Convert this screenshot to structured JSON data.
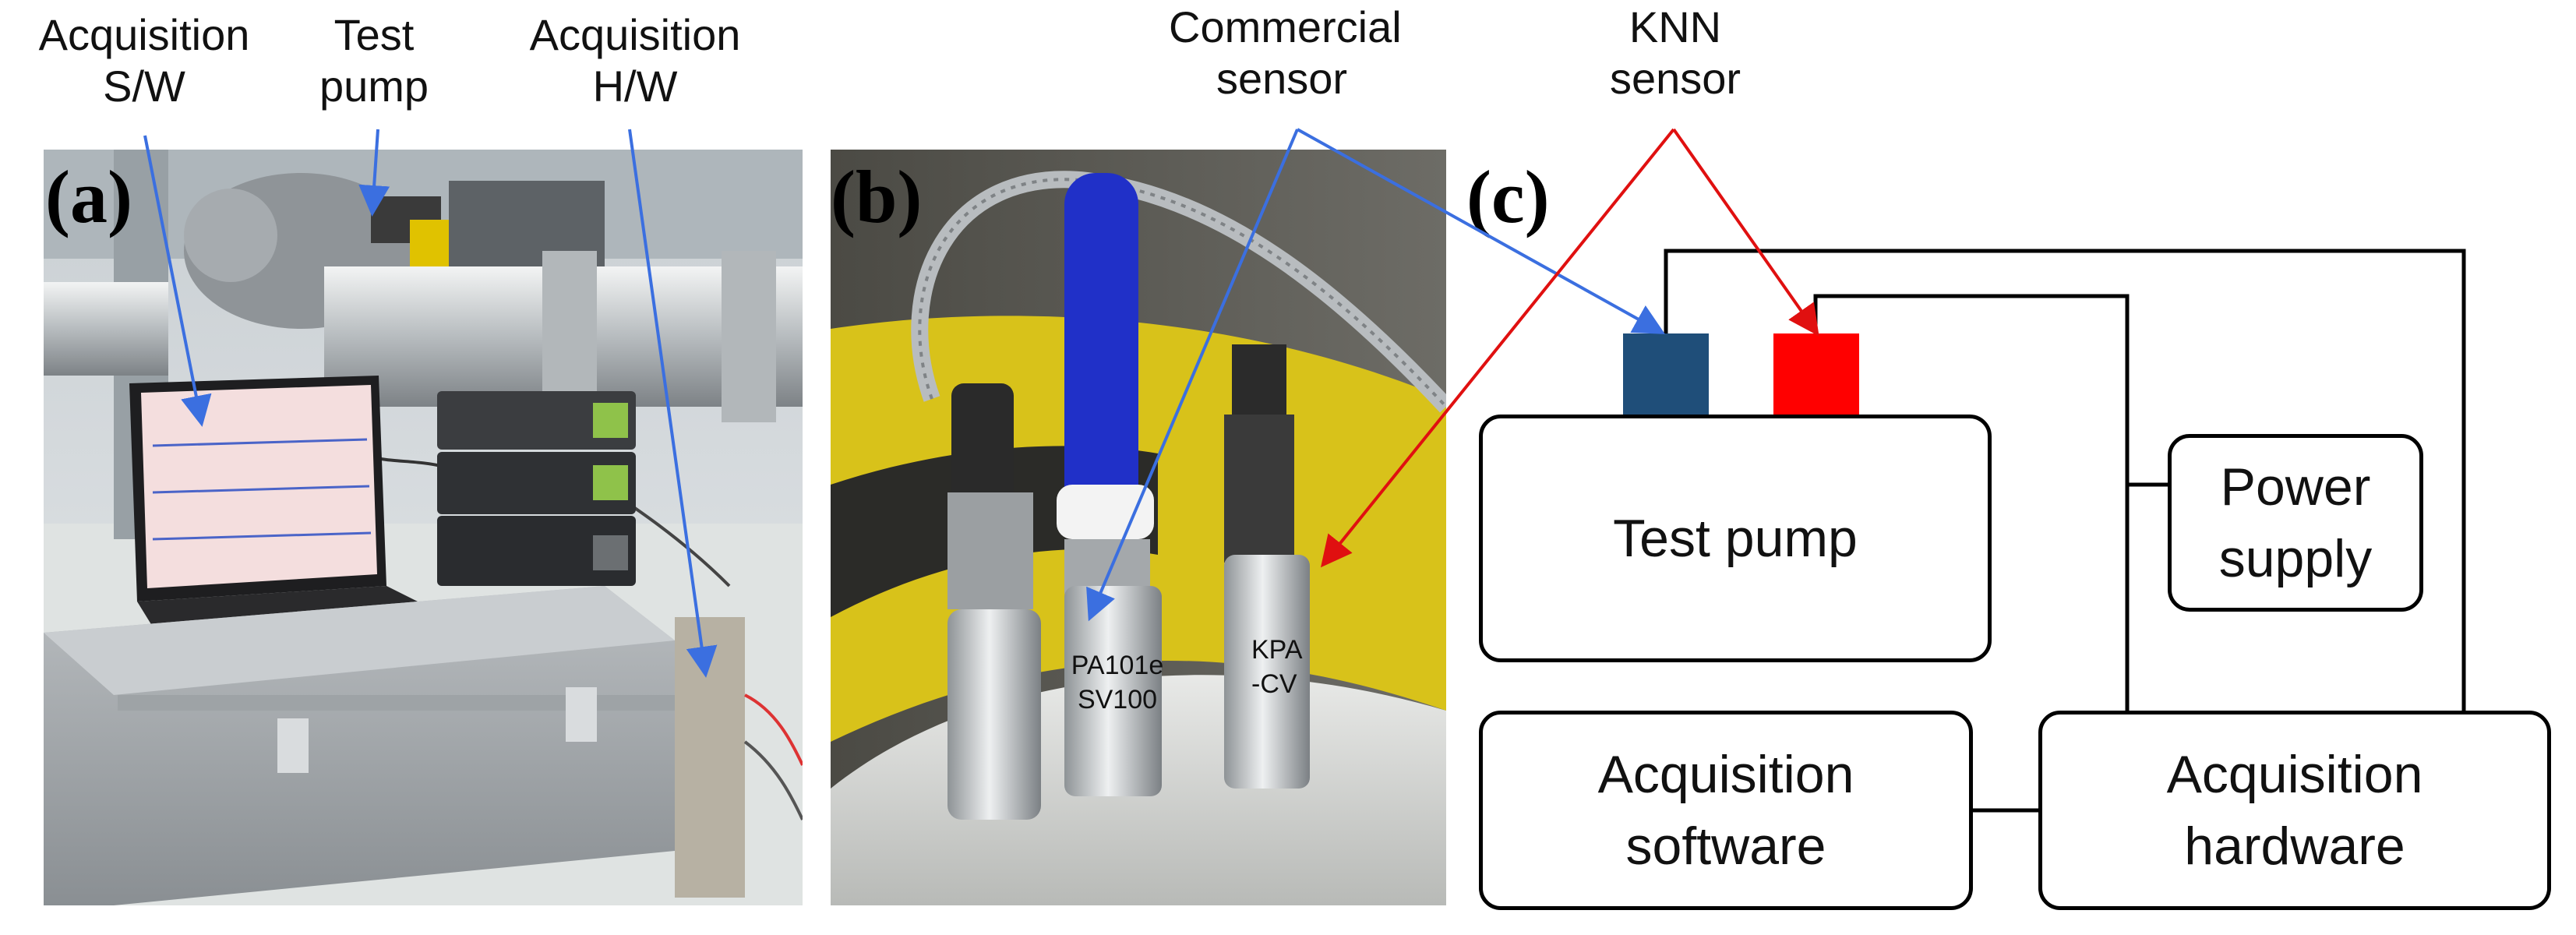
{
  "labels": {
    "acq_sw": [
      "Acquisition",
      "S/W"
    ],
    "test_pump": [
      "Test",
      "pump"
    ],
    "acq_hw": [
      "Acquisition",
      "H/W"
    ],
    "commercial": [
      "Commercial",
      "sensor"
    ],
    "knn": [
      "KNN",
      "sensor"
    ]
  },
  "panels": {
    "a": "(a)",
    "b": "(b)",
    "c": "(c)"
  },
  "photo_b_text": {
    "left_sensor": [
      "PA101e",
      "SV100"
    ],
    "right_sensor": [
      "KPA",
      "-CV"
    ]
  },
  "diagram": {
    "test_pump": "Test pump",
    "power_supply": [
      "Power",
      "supply"
    ],
    "acq_software": [
      "Acquisition",
      "software"
    ],
    "acq_hardware": [
      "Acquisition",
      "hardware"
    ]
  },
  "colors": {
    "commercial_sensor": "#1f4e79",
    "knn_sensor": "#ff0000",
    "arrow_blue": "#3b6fe0",
    "arrow_red": "#e01010"
  }
}
